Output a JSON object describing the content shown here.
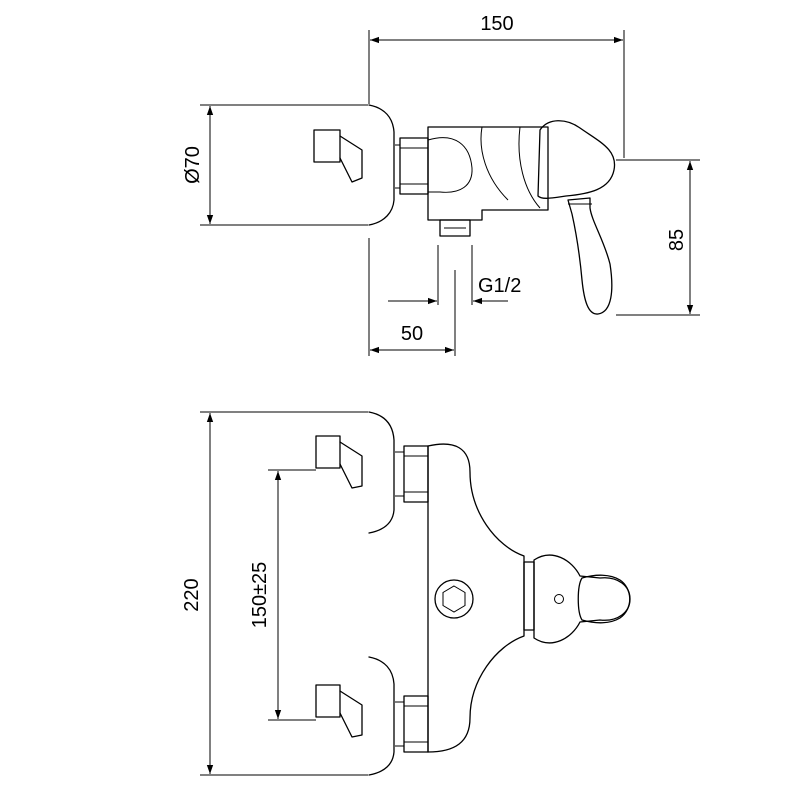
{
  "drawing": {
    "stroke_color": "#000000",
    "background": "#ffffff"
  },
  "side_view": {
    "dim_width_total": "150",
    "dim_diameter": "Ø70",
    "dim_height_handle": "85",
    "dim_outlet_offset": "50",
    "dim_thread": "G1/2"
  },
  "front_view": {
    "dim_total_height": "220",
    "dim_center_distance": "150±25"
  }
}
